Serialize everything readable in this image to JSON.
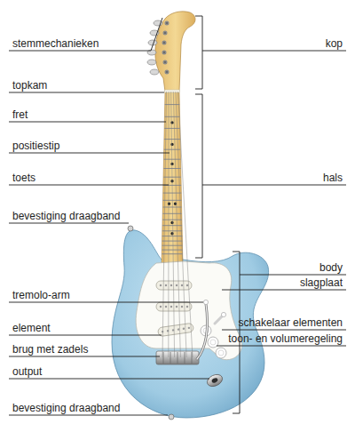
{
  "diagram": {
    "labels": [
      "stemmechanieken",
      "kop",
      "topkam",
      "fret",
      "positiestip",
      "toets",
      "hals",
      "bevestiging draagband",
      "body",
      "slagplaat",
      "tremolo-arm",
      "schakelaar elementen",
      "element",
      "toon- en volumeregeling",
      "brug met zadels",
      "output",
      "bevestiging draagband"
    ]
  }
}
